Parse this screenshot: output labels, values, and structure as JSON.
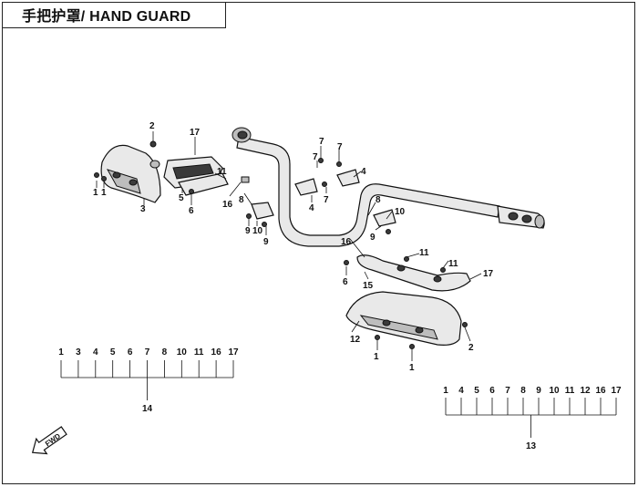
{
  "title": "手把护罩/ HAND GUARD",
  "direction_marker": "FWD",
  "left_labels": {
    "n2": "2",
    "n17": "17",
    "n1a": "1",
    "n1b": "1",
    "n3": "3",
    "n5": "5",
    "n6": "6",
    "n11": "11",
    "n16": "16",
    "n8": "8",
    "n9a": "9",
    "n10": "10",
    "n9b": "9"
  },
  "center_labels": {
    "n7a": "7",
    "n7b": "7",
    "n7c": "7",
    "n7d": "7",
    "n4a": "4",
    "n4b": "4",
    "n8": "8",
    "n10": "10",
    "n9": "9",
    "n16": "16"
  },
  "right_labels": {
    "n11a": "11",
    "n11b": "11",
    "n17": "17",
    "n6": "6",
    "n15": "15",
    "n12": "12",
    "n2": "2",
    "n1a": "1",
    "n1b": "1"
  },
  "group_left": {
    "items": [
      "1",
      "3",
      "4",
      "5",
      "6",
      "7",
      "8",
      "10",
      "11",
      "16",
      "17"
    ],
    "total": "14"
  },
  "group_right": {
    "items": [
      "1",
      "4",
      "5",
      "6",
      "7",
      "8",
      "9",
      "10",
      "11",
      "12",
      "16",
      "17"
    ],
    "total": "13"
  }
}
